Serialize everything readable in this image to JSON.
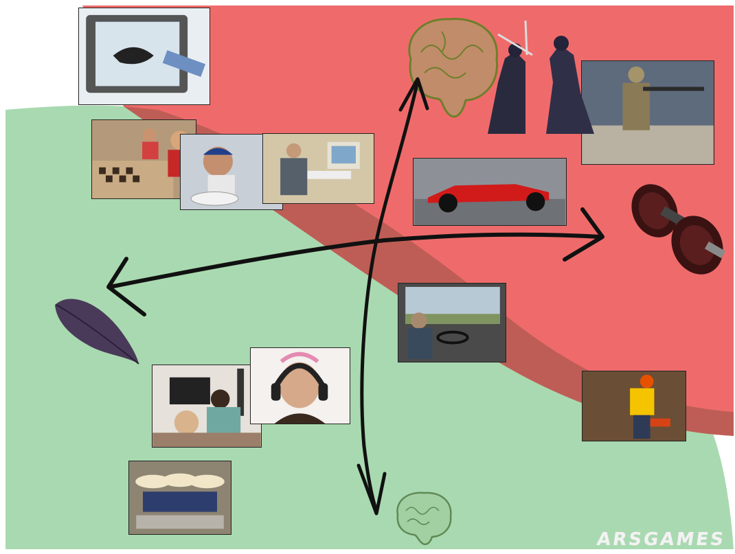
{
  "slide": {
    "watermark": "ARSGAMES",
    "zones": {
      "high_intensity_color": "#ef6b6b",
      "low_intensity_color": "#a9d9b0",
      "overlap_color": "#b55a52"
    },
    "axes": {
      "vertical": {
        "top_icon": "brain-icon",
        "bottom_icon": "brain-icon"
      },
      "horizontal": {
        "left_icon": "feather-icon",
        "right_icon": "dumbbell-icon"
      }
    },
    "photos": [
      "tablet-drawing-photo",
      "kids-chess-photo",
      "gamer-controller-photo",
      "office-computer-photo",
      "kendo-fighters-photo",
      "soldier-machine-gun-photo",
      "formula-one-car-photo",
      "bus-driver-photo",
      "construction-worker-photo",
      "couple-watching-tv-photo",
      "girl-headphones-photo",
      "people-sleeping-sombreros-photo"
    ]
  }
}
